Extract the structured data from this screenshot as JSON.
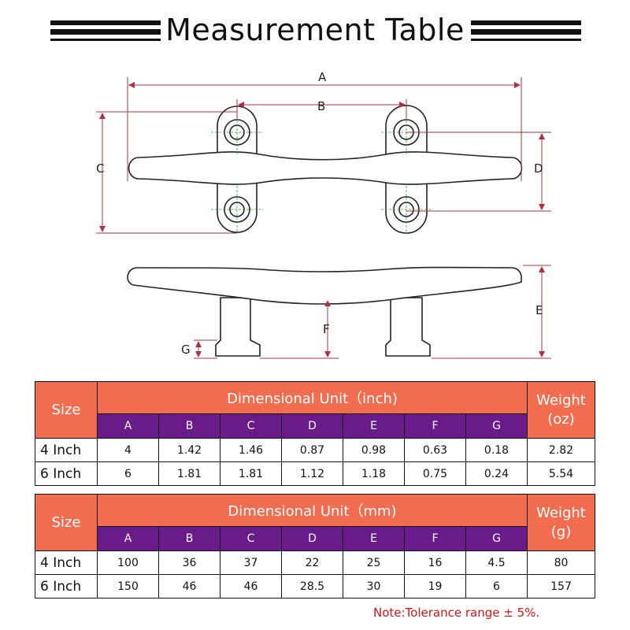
{
  "title": "Measurement Table",
  "dimension_labels": {
    "A": "A",
    "B": "B",
    "C": "C",
    "D": "D",
    "E": "E",
    "F": "F",
    "G": "G"
  },
  "tables": {
    "inch": {
      "size_header": "Size",
      "dim_header": "Dimensional Unit（inch)",
      "weight_header_1": "Weight",
      "weight_header_2": "(oz)",
      "columns": [
        "A",
        "B",
        "C",
        "D",
        "E",
        "F",
        "G"
      ],
      "rows": [
        {
          "size": "4 Inch",
          "values": [
            "4",
            "1.42",
            "1.46",
            "0.87",
            "0.98",
            "0.63",
            "0.18"
          ],
          "weight": "2.82"
        },
        {
          "size": "6 Inch",
          "values": [
            "6",
            "1.81",
            "1.81",
            "1.12",
            "1.18",
            "0.75",
            "0.24"
          ],
          "weight": "5.54"
        }
      ]
    },
    "mm": {
      "size_header": "Size",
      "dim_header": "Dimensional Unit（mm)",
      "weight_header_1": "Weight",
      "weight_header_2": "(g)",
      "columns": [
        "A",
        "B",
        "C",
        "D",
        "E",
        "F",
        "G"
      ],
      "rows": [
        {
          "size": "4 Inch",
          "values": [
            "100",
            "36",
            "37",
            "22",
            "25",
            "16",
            "4.5"
          ],
          "weight": "80"
        },
        {
          "size": "6 Inch",
          "values": [
            "150",
            "46",
            "46",
            "28.5",
            "30",
            "19",
            "6"
          ],
          "weight": "157"
        }
      ]
    }
  },
  "note": "Note:Tolerance range ± 5%.",
  "colors": {
    "header_orange": "#f26d4f",
    "header_purple": "#6a1b8a",
    "dimension_line": "#b03040",
    "center_mark": "#2a9a3a",
    "note_red": "#e01010"
  }
}
